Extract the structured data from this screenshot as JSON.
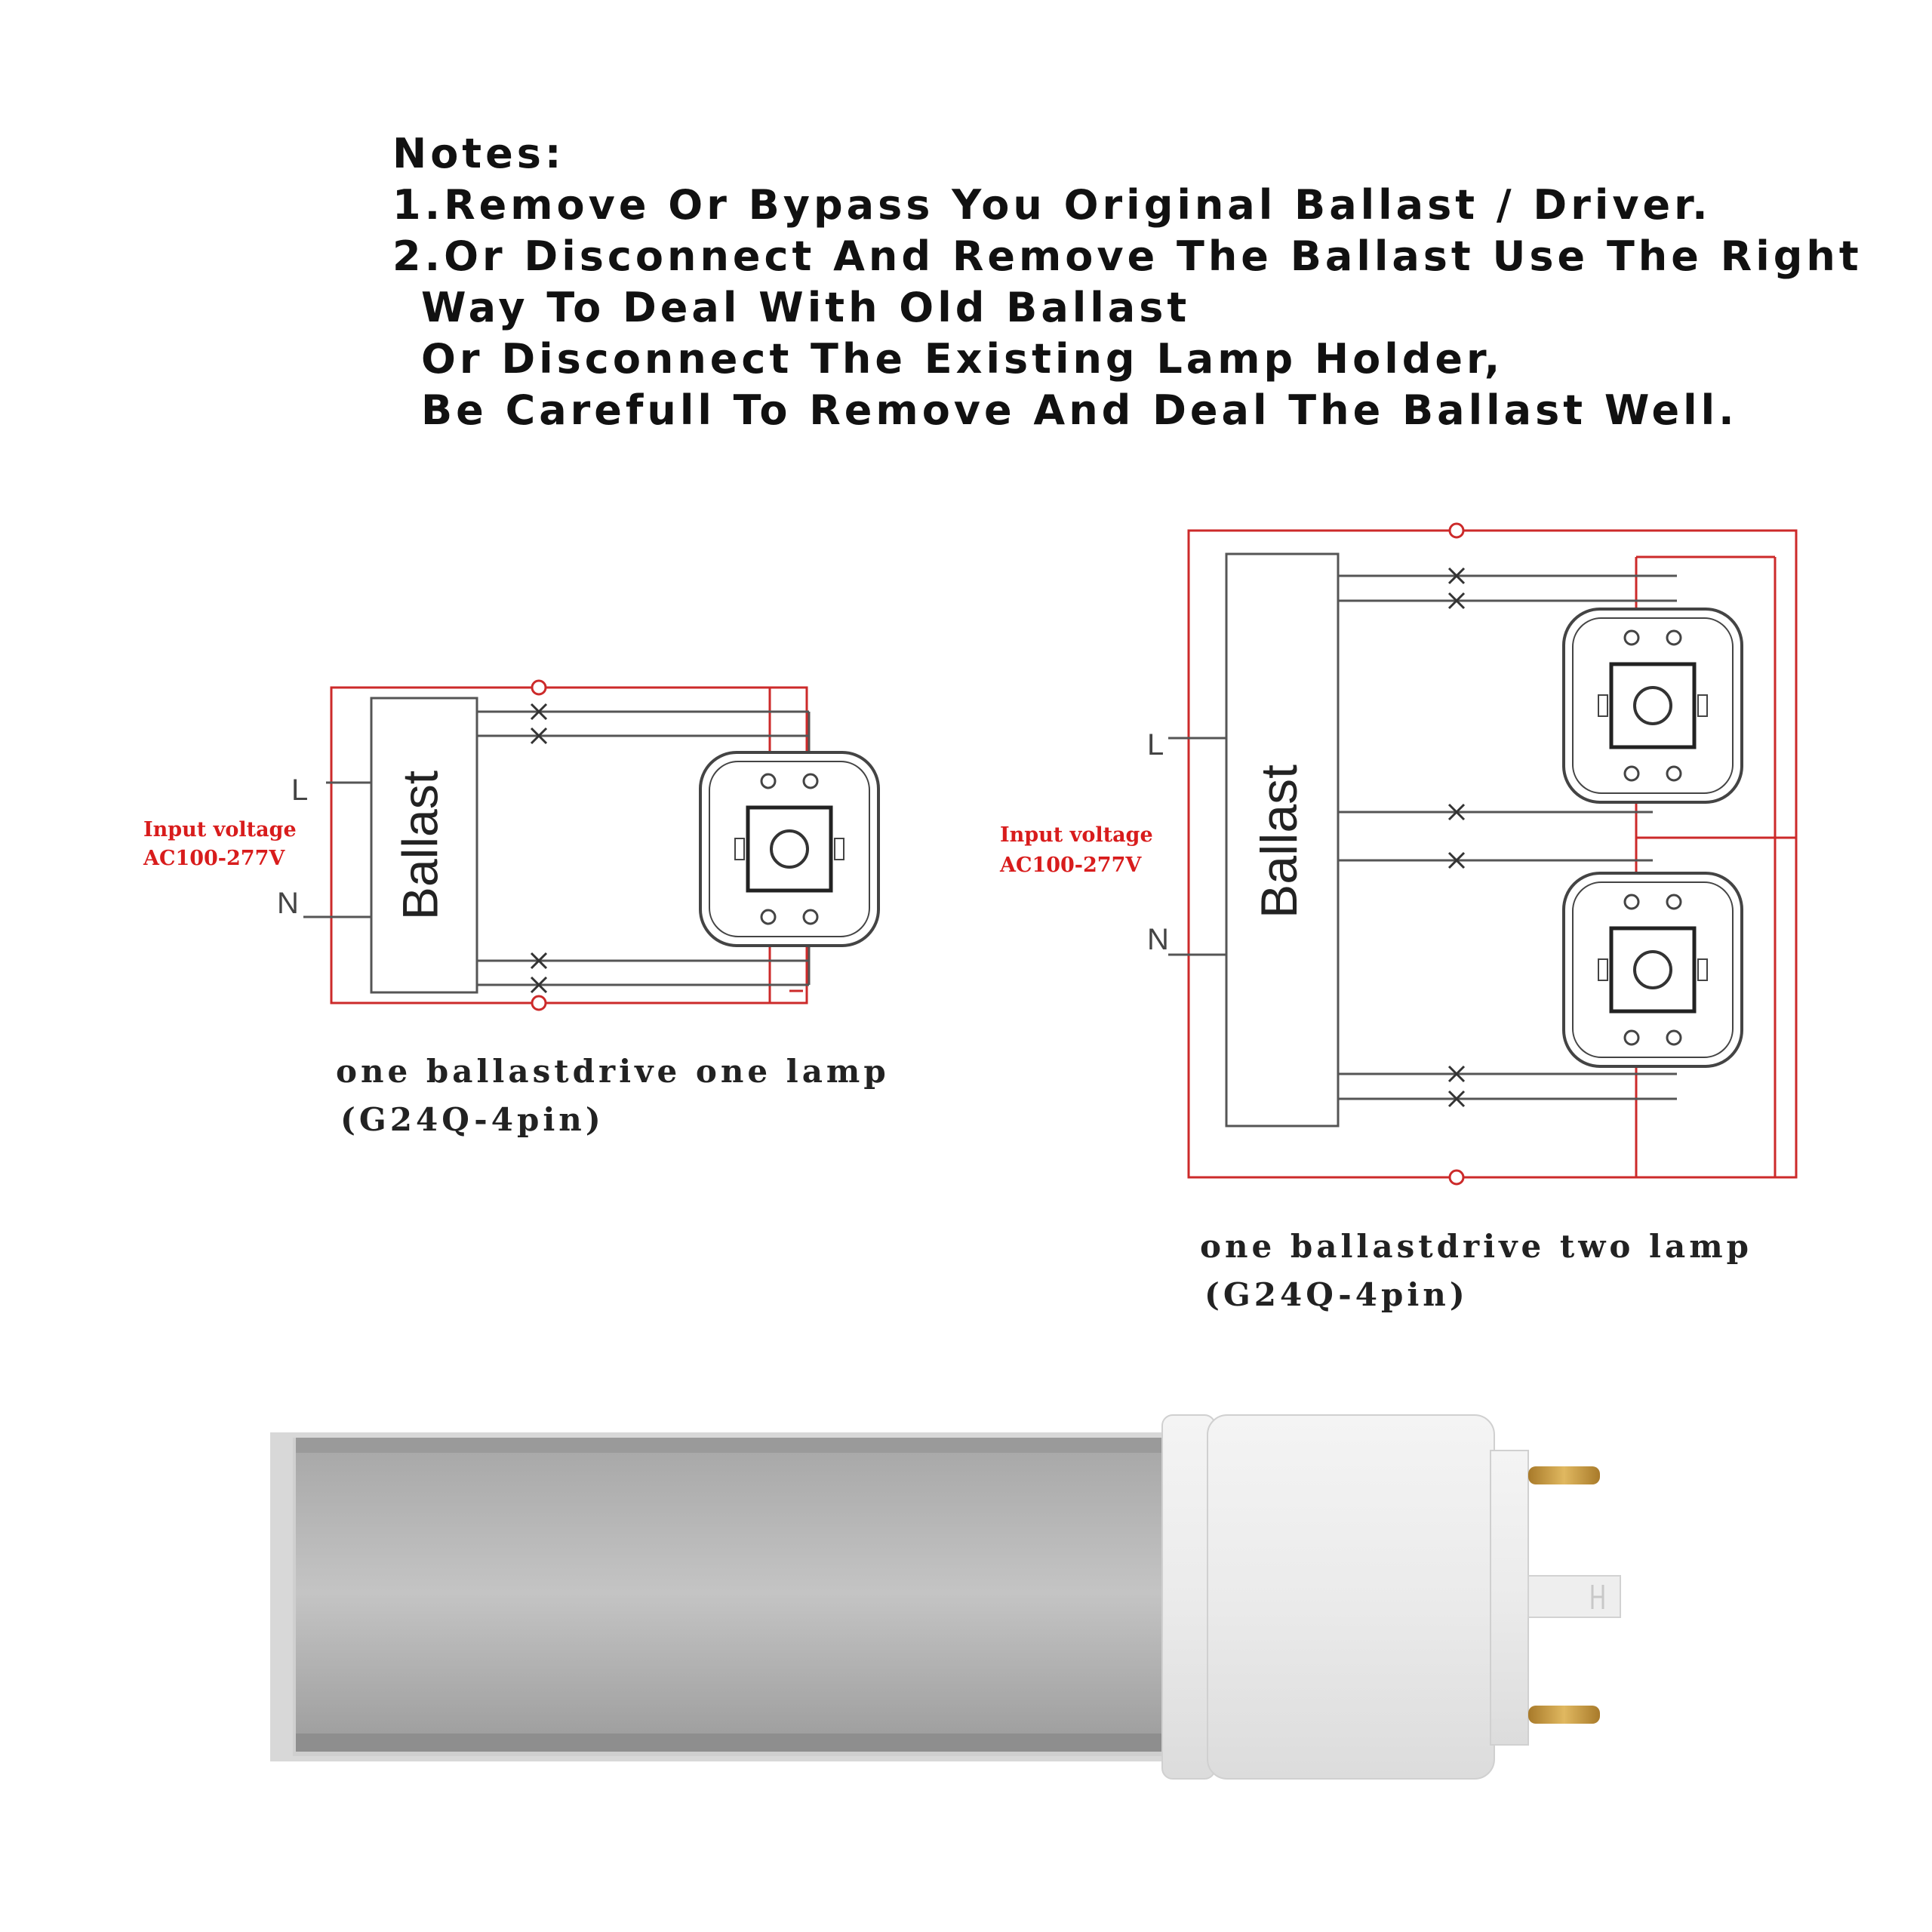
{
  "notes": {
    "heading": "Notes:",
    "line1": "1.Remove Or Bypass You Original Ballast / Driver.",
    "line2": "2.Or Disconnect And Remove The Ballast Use The Right",
    "line3": "Way To Deal With Old Ballast",
    "line4": "Or Disconnect The Existing Lamp Holder,",
    "line5": "Be Carefull To Remove And Deal The Ballast Well."
  },
  "diagram_one_lamp": {
    "ballast_label": "Ballast",
    "live_label": "L",
    "neutral_label": "N",
    "input_voltage_label": "Input voltage",
    "input_voltage_value": "AC100-277V",
    "caption_line1": "one ballastdrive one lamp",
    "caption_line2": "(G24Q-4pin)"
  },
  "diagram_two_lamp": {
    "ballast_label": "Ballast",
    "live_label": "L",
    "neutral_label": "N",
    "input_voltage_label": "Input voltage",
    "input_voltage_value": "AC100-277V",
    "caption_line1": "one ballastdrive two lamp",
    "caption_line2": "(G24Q-4pin)"
  },
  "colors": {
    "rewire_red": "#cc2a2a",
    "wire_gray": "#555555",
    "voltage_text": "#d81c1c",
    "lamp_body": "#ececec",
    "lamp_cover": "#b9b9b9",
    "pin_gold": "#c99a3a"
  }
}
